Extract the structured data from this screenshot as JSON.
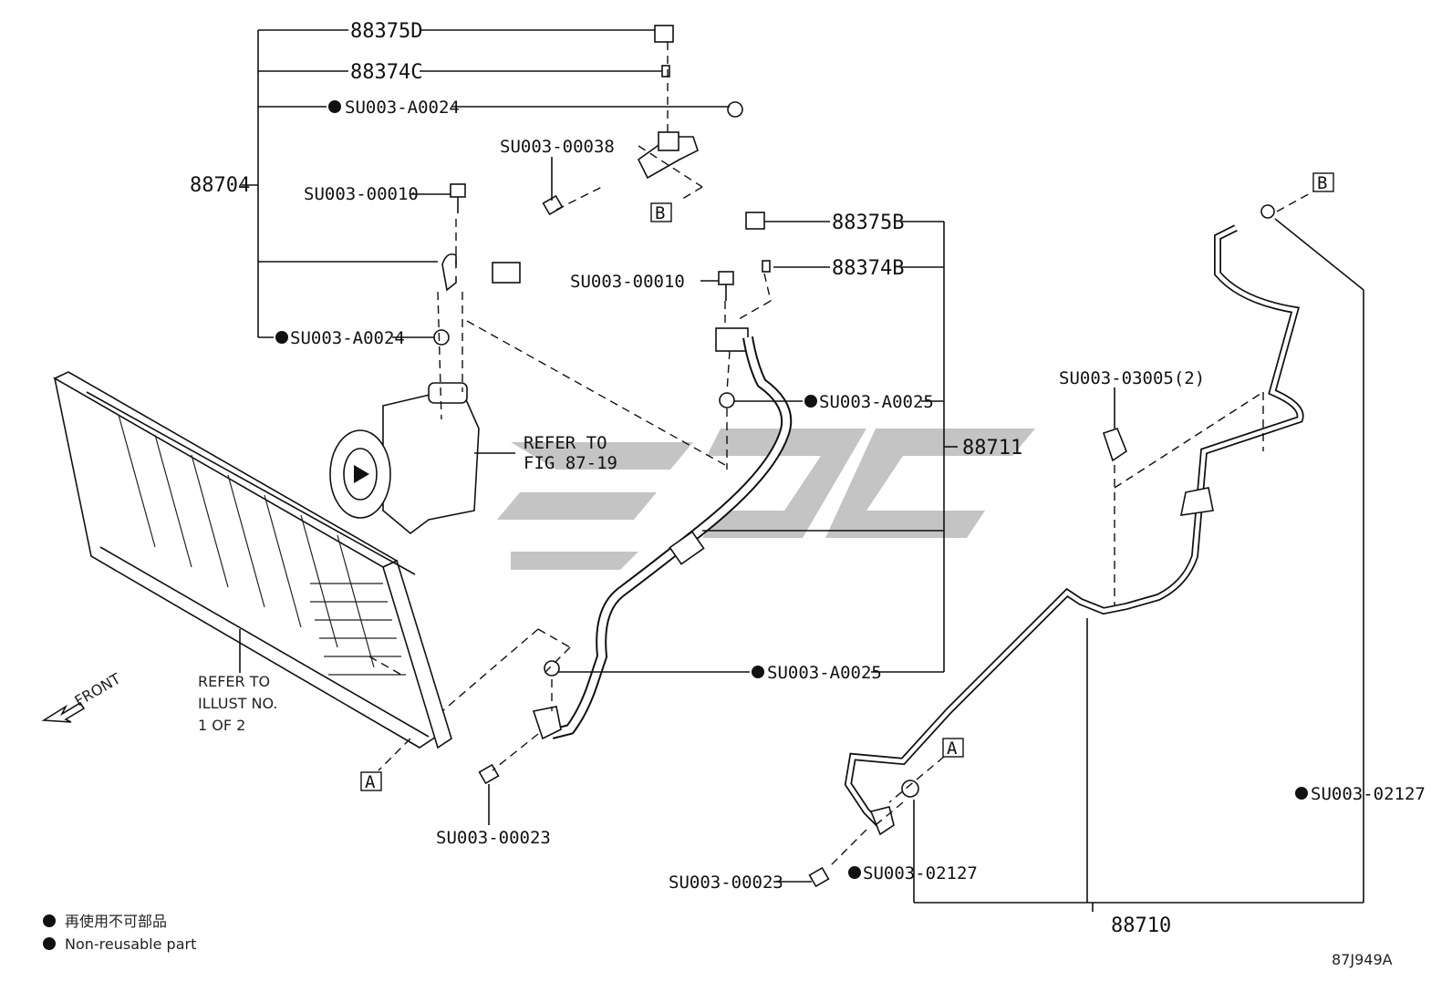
{
  "callouts": {
    "p88375D": "88375D",
    "p88374C": "88374C",
    "a0024_top": "SU003-A0024",
    "p88704": "88704",
    "s00038": "SU003-00038",
    "s00010_left": "SU003-00010",
    "a0024_low": "SU003-A0024",
    "p88375B": "88375B",
    "p88374B": "88374B",
    "s00010_mid": "SU003-00010",
    "a0025_top": "SU003-A0025",
    "p88711": "88711",
    "a0025_low": "SU003-A0025",
    "s00023_left": "SU003-00023",
    "s00023_right": "SU003-00023",
    "s02127_low": "SU003-02127",
    "s02127_right": "SU003-02127",
    "s03005": "SU003-03005(2)",
    "p88710": "88710"
  },
  "refer_fig": [
    "REFER TO",
    "FIG 87-19"
  ],
  "refer_illust": [
    "REFER TO",
    "ILLUST NO.",
    "1 OF 2"
  ],
  "front_label": "FRONT",
  "box_labels": {
    "a": "A",
    "b": "B"
  },
  "legend": {
    "line1": "再使用不可部品",
    "line2": "Non-reusable part"
  },
  "figure_code": "87J949A"
}
